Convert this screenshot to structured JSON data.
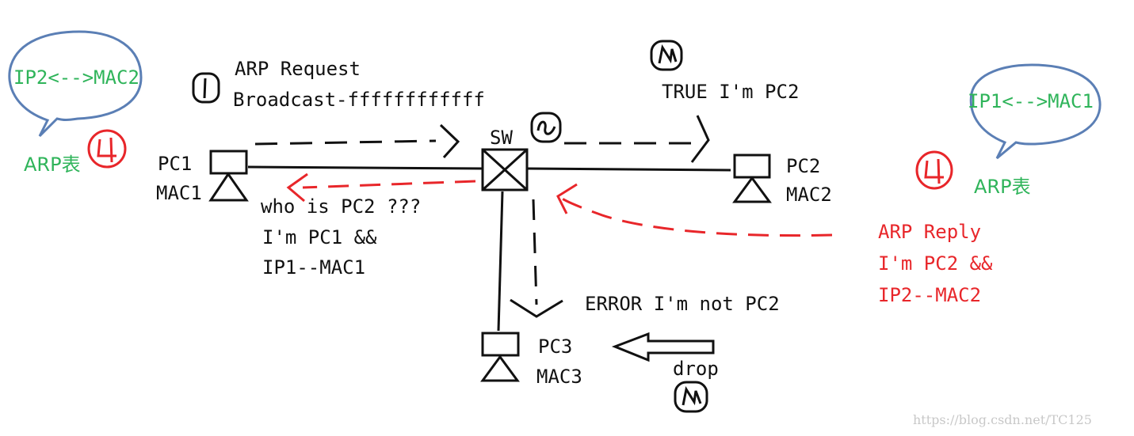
{
  "colors": {
    "ink": "#111111",
    "reply": "#e8262a",
    "table_text": "#2fb45a",
    "bubble": "#5b7fb5",
    "watermark": "#c8c8c8"
  },
  "nodes": {
    "pc1": {
      "name": "PC1",
      "mac": "MAC1"
    },
    "pc2": {
      "name": "PC2",
      "mac": "MAC2"
    },
    "pc3": {
      "name": "PC3",
      "mac": "MAC3"
    },
    "switch": {
      "name": "SW"
    }
  },
  "steps": {
    "step1": {
      "number": "1",
      "title": "ARP Request",
      "detail": "Broadcast-ffffffffffff",
      "body": [
        "who is PC2 ???",
        "I'm PC1 &&",
        "IP1--MAC1"
      ]
    },
    "step2": {
      "number": "2"
    },
    "step3_pc2": {
      "number": "3",
      "text": "TRUE I'm PC2"
    },
    "step3_pc3": {
      "number": "3",
      "text": "ERROR I'm not PC2",
      "action": "drop"
    },
    "step4_reply": {
      "number": "4",
      "lines": [
        "ARP Reply",
        "I'm PC2 &&",
        "IP2--MAC2"
      ]
    }
  },
  "arp_tables": {
    "left": {
      "entry": "IP2<-->MAC2",
      "label": "ARP表",
      "badge": "4"
    },
    "right": {
      "entry": "IP1<-->MAC1",
      "label": "ARP表",
      "badge": "4"
    }
  },
  "watermark": "https://blog.csdn.net/TC125"
}
